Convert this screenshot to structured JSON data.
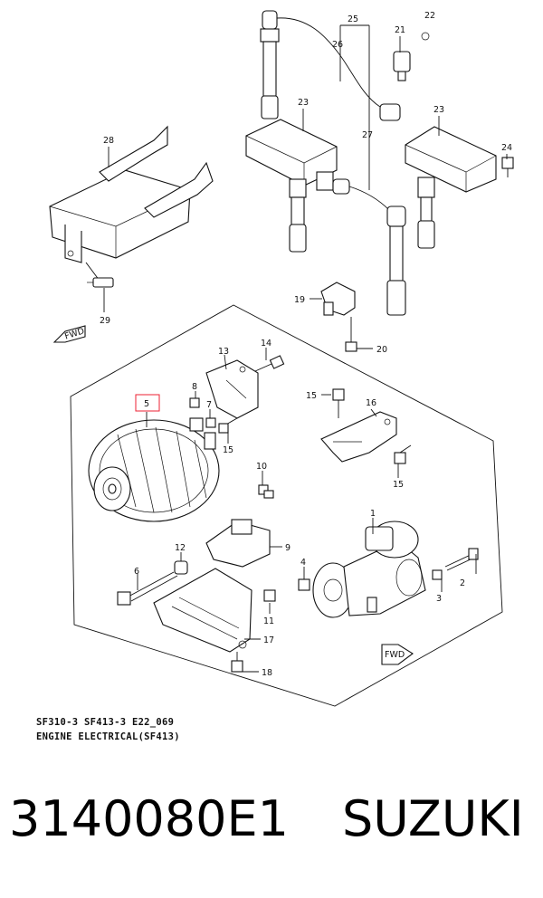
{
  "diagram": {
    "callouts": [
      "1",
      "2",
      "3",
      "4",
      "5",
      "6",
      "7",
      "8",
      "9",
      "10",
      "11",
      "12",
      "13",
      "14",
      "15",
      "15",
      "15",
      "16",
      "17",
      "18",
      "19",
      "20",
      "21",
      "22",
      "23",
      "23",
      "24",
      "25",
      "26",
      "27",
      "28",
      "29"
    ],
    "fwd_label": "FWD"
  },
  "caption": {
    "line1": "SF310-3 SF413-3 E22_069",
    "line2": "ENGINE ELECTRICAL(SF413)"
  },
  "footer": {
    "part_number": "3140080E1",
    "brand": "SUZUKI"
  }
}
